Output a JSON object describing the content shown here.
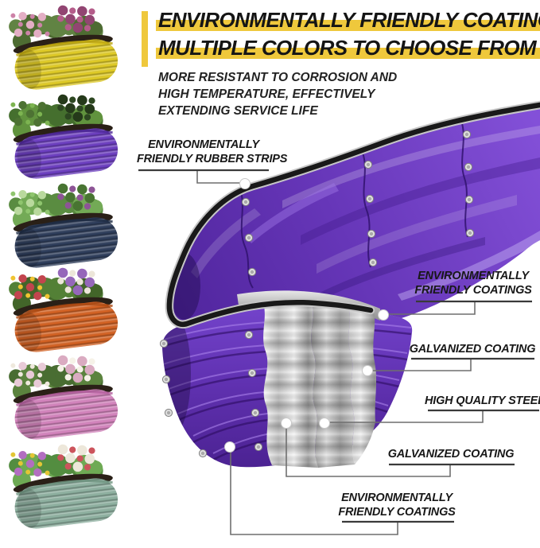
{
  "header": {
    "accent_color": "#EFC83C",
    "title_line1": "ENVIRONMENTALLY FRIENDLY COATING",
    "title_line2": "MULTIPLE COLORS TO CHOOSE FROM",
    "subtitle_line1": "MORE RESISTANT TO CORROSION AND",
    "subtitle_line2": "HIGH TEMPERATURE, EFFECTIVELY",
    "subtitle_line3": "EXTENDING SERVICE LIFE"
  },
  "callouts": {
    "rubber": {
      "line1": "ENVIRONMENTALLY",
      "line2": "FRIENDLY RUBBER STRIPS"
    },
    "coating_top": {
      "line1": "ENVIRONMENTALLY",
      "line2": "FRIENDLY COATINGS"
    },
    "galvanized_top": {
      "line1": "GALVANIZED COATING"
    },
    "steel": {
      "line1": "HIGH QUALITY STEEL"
    },
    "galvanized_bottom": {
      "line1": "GALVANIZED COATING"
    },
    "coating_bottom": {
      "line1": "ENVIRONMENTALLY",
      "line2": "FRIENDLY COATINGS"
    }
  },
  "product": {
    "description": "purple oval corrugated metal raised garden bed, cutaway showing coating layers",
    "colors": {
      "inner_purple": "#7A48D0",
      "outer_purple": "#6236B8",
      "rubber_strip": "#191919",
      "galvanized": "#D9D9D9",
      "steel": "#A9A9A9",
      "rivet": "#DFDFDF",
      "callout_dot": "#FFFFFF"
    }
  },
  "bed_swatches": [
    {
      "name": "yellow",
      "body": "#E9D326",
      "shade": "#BCA40C",
      "foliage": [
        "#5C803D",
        "#49682C"
      ],
      "blooms": [
        "#CC80A6",
        "#B25787",
        "#E3ACC3",
        "#8F3F6E"
      ]
    },
    {
      "name": "purple",
      "body": "#7040C8",
      "shade": "#4B2596",
      "foliage": [
        "#3F6B28",
        "#5C9038"
      ],
      "blooms": [
        "#79B24C",
        "#27421A",
        "#486E2D",
        "#1E3313"
      ]
    },
    {
      "name": "navy",
      "body": "#2F3F5E",
      "shade": "#1D2A42",
      "foliage": [
        "#55893B",
        "#6FA851"
      ],
      "blooms": [
        "#8CC46A",
        "#8A4F93",
        "#B7D89A",
        "#43702C"
      ]
    },
    {
      "name": "orange",
      "body": "#DC6523",
      "shade": "#AE4A11",
      "foliage": [
        "#4E7C30",
        "#3C6123"
      ],
      "blooms": [
        "#F0C32C",
        "#ECE6D8",
        "#C13F49",
        "#9263B8"
      ]
    },
    {
      "name": "pink",
      "body": "#DC88C4",
      "shade": "#B25C9C",
      "foliage": [
        "#44692C",
        "#567F38"
      ],
      "blooms": [
        "#EFE9DC",
        "#F6F2E8",
        "#E8C9D6",
        "#D9A9BF"
      ]
    },
    {
      "name": "sage",
      "body": "#93B7A6",
      "shade": "#6E937F",
      "foliage": [
        "#4E8A3A",
        "#6AA84F"
      ],
      "blooms": [
        "#E3C52F",
        "#CB4F57",
        "#B06AC0",
        "#EDE7D9"
      ]
    }
  ]
}
